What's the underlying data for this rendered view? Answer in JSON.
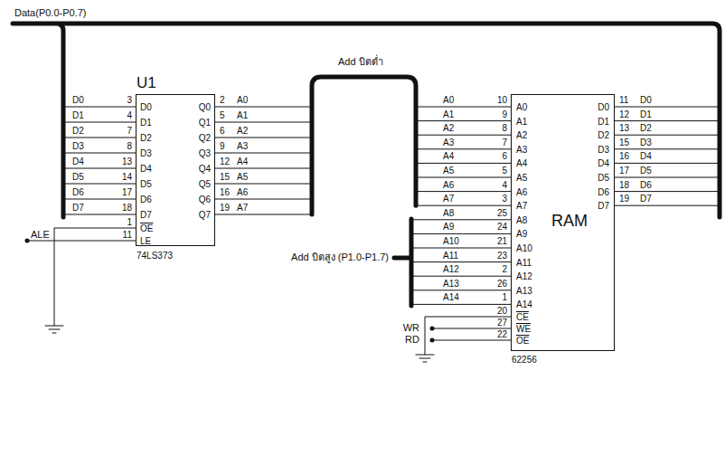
{
  "diagram": {
    "nodes": [
      {
        "text": [
          "U1",
          "D0",
          "D1",
          "D2",
          "D3",
          "D4",
          "D5",
          "D6",
          "D7",
          "OE",
          "LE",
          "Q0",
          "Q1",
          "Q2",
          "Q3",
          "Q4",
          "Q5",
          "Q6",
          "Q7",
          "74LS373"
        ]
      },
      {
        "text": [
          "A0",
          "A1",
          "A2",
          "A3",
          "A4",
          "A5",
          "A6",
          "A7",
          "A8",
          "A9",
          "A10",
          "A11",
          "A12",
          "A13",
          "A14",
          "CE",
          "WE",
          "OE",
          "D0",
          "D1",
          "D2",
          "D3",
          "D4",
          "D5",
          "D6",
          "D7",
          "RAM",
          "62256"
        ]
      }
    ],
    "edges": [
      {
        "from": 0,
        "to": 1,
        "arrow": "none",
        "label": "Add บิตต่ำ"
      }
    ],
    "labels": [
      "Data(P0.0-P0.7)",
      "D0",
      "3",
      "D1",
      "4",
      "D2",
      "7",
      "D3",
      "8",
      "D4",
      "13",
      "D5",
      "14",
      "D6",
      "17",
      "D7",
      "18",
      "2",
      "A0",
      "5",
      "A1",
      "6",
      "A2",
      "9",
      "A3",
      "12",
      "A4",
      "15",
      "A5",
      "16",
      "A6",
      "19",
      "A7",
      "1",
      "ALE",
      "11",
      "Add บิตสูง (P1.0-P1.7)",
      "A0",
      "10",
      "A1",
      "9",
      "A2",
      "8",
      "A3",
      "7",
      "A4",
      "6",
      "A5",
      "5",
      "A6",
      "4",
      "A7",
      "3",
      "A8",
      "25",
      "A9",
      "24",
      "A10",
      "21",
      "A11",
      "23",
      "A12",
      "2",
      "A13",
      "26",
      "A14",
      "1",
      "20",
      "WR",
      "27",
      "RD",
      "22",
      "11",
      "D0",
      "12",
      "D1",
      "13",
      "D2",
      "15",
      "D3",
      "16",
      "D4",
      "17",
      "D5",
      "18",
      "D6",
      "19",
      "D7"
    ]
  }
}
